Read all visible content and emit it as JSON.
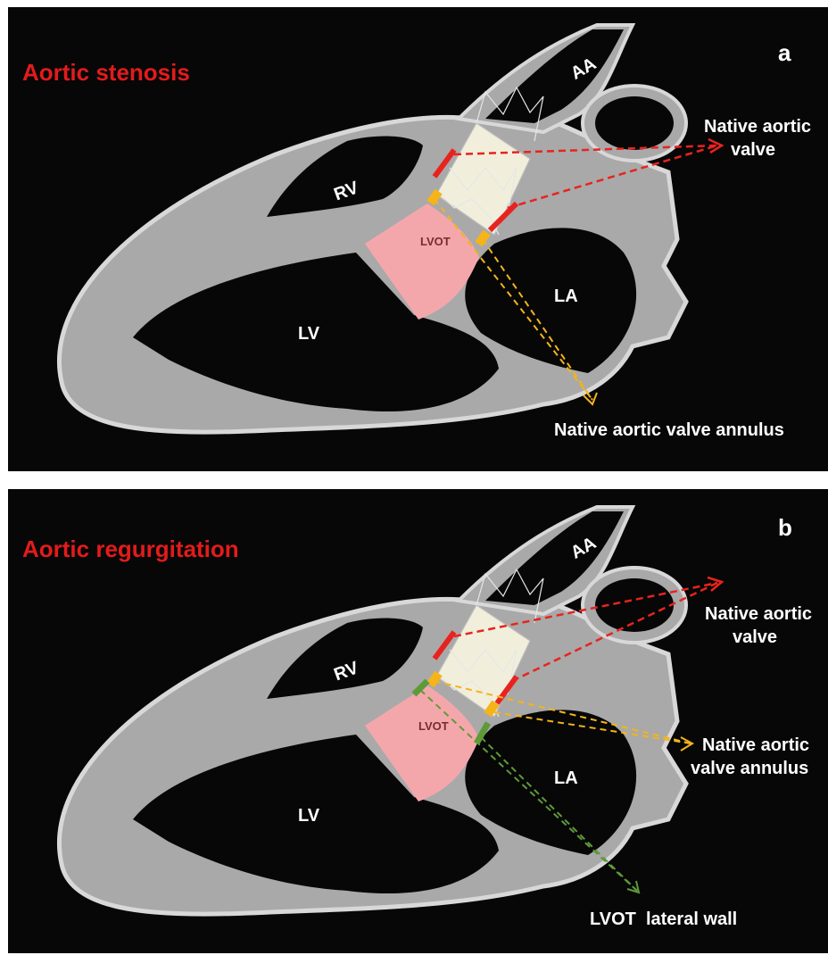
{
  "panels": [
    {
      "letter": "a",
      "title": "Aortic stenosis",
      "chambers": {
        "rv": "RV",
        "lv": "LV",
        "la": "LA",
        "aa": "AA",
        "lvot": "LVOT"
      },
      "callouts": {
        "native_valve_1": "Native aortic",
        "native_valve_2": "valve",
        "annulus_1": "Native aortic valve annulus"
      }
    },
    {
      "letter": "b",
      "title": "Aortic regurgitation",
      "chambers": {
        "rv": "RV",
        "lv": "LV",
        "la": "LA",
        "aa": "AA",
        "lvot": "LVOT"
      },
      "callouts": {
        "native_valve_1": "Native aortic",
        "native_valve_2": "valve",
        "annulus_1": "Native aortic",
        "annulus_2": "valve annulus",
        "lateral_wall": "LVOT  lateral wall"
      }
    }
  ],
  "colors": {
    "title": "#e31b1b",
    "valve_marker": "#e8231f",
    "annulus_marker": "#f4b41a",
    "lateral_wall_marker": "#5e9a3a",
    "lvot_fill": "#f4a7ab",
    "myocardium": "#a9a9a9"
  }
}
